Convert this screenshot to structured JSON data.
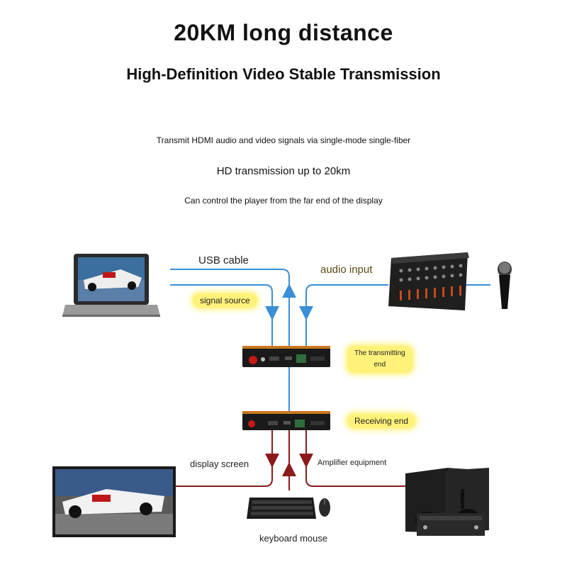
{
  "header": {
    "title": "20KM long distance",
    "subtitle": "High-Definition Video Stable Transmission"
  },
  "features": [
    "Transmit HDMI audio and video signals via single-mode single-fiber",
    "HD transmission up to 20km",
    "Can control the player from the far end of the display"
  ],
  "labels": {
    "usb_cable": "USB cable",
    "audio_input": "audio input",
    "signal_source": "signal source",
    "transmitting_end_1": "The transmitting",
    "transmitting_end_2": "end",
    "receiving_end": "Receiving end",
    "display_screen": "display screen",
    "amplifier_equipment": "Amplifier equipment",
    "keyboard_mouse": "keyboard mouse"
  },
  "colors": {
    "blue_line": "#3a8fd6",
    "red_line": "#8b1a1a",
    "highlight": "#fff27a",
    "device_body": "#1a1a1a",
    "device_accent": "#c8781e"
  },
  "icons": [
    "laptop-icon",
    "audio-mixer-icon",
    "microphone-icon",
    "transmitter-device-icon",
    "receiver-device-icon",
    "monitor-icon",
    "keyboard-icon",
    "mouse-icon",
    "speaker-icon"
  ]
}
